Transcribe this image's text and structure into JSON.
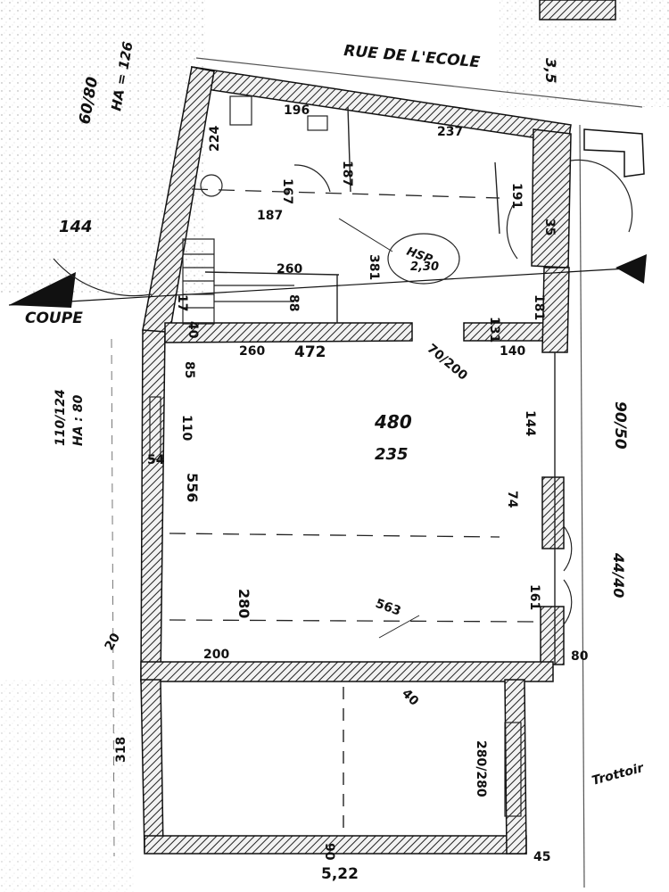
{
  "street": "RUE DE L'ECOLE",
  "sidewalk": "Trottoir",
  "section_mark": "COUPE",
  "corner_note": "3,5",
  "window_top_left": "60/80",
  "window_top_left_sill": "HA = 126",
  "window_left": "110/124",
  "window_left_sill": "HA : 80",
  "facade_right": "90/50",
  "door_right": "44/40",
  "label_144": "144",
  "label_hsp": "HSP",
  "label_hsp_value": "2,30",
  "label_main_area": "480",
  "label_main_area2": "235",
  "dims": {
    "d196": "196",
    "d224": "224",
    "d167": "167",
    "d187": "187",
    "d187b": "187",
    "d237": "237",
    "d191": "191",
    "d381": "381",
    "d260": "260",
    "d260b": "260",
    "d88": "88",
    "d472": "472",
    "d70_200": "70/200",
    "d140": "140",
    "d131": "131",
    "d181": "181",
    "d85": "85",
    "d110": "110",
    "d556": "556",
    "d54": "54",
    "d280": "280",
    "d563": "563",
    "d200": "200",
    "d20": "20",
    "d280_200": "280/280",
    "d40": "40",
    "d522": "5,22",
    "d90": "90",
    "d45": "45",
    "d318": "318",
    "d80": "80",
    "d74": "74",
    "d144b": "144",
    "d161": "161",
    "d35": "35",
    "d17": "17",
    "d40b": "40"
  }
}
